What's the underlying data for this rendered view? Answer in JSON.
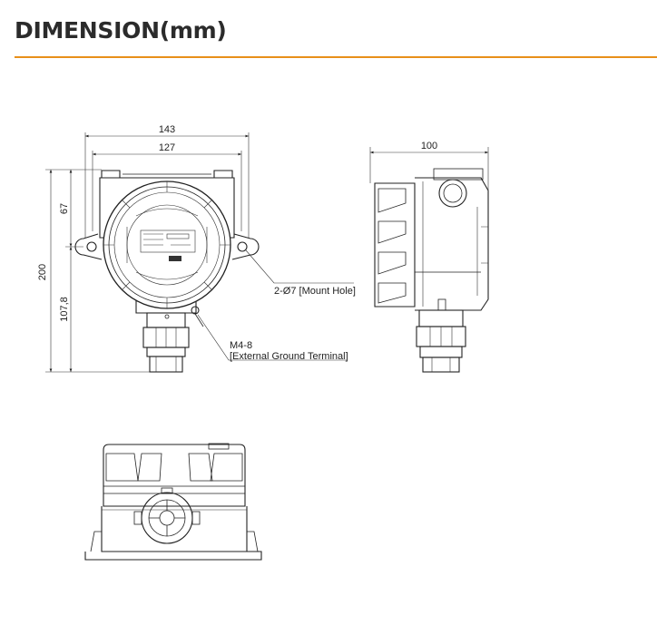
{
  "header": {
    "title": "DIMENSION(mm)",
    "rule_color": "#e8901a"
  },
  "front_view": {
    "dims": {
      "overall_width": "143",
      "body_width": "127",
      "overall_height": "200",
      "top_height": "67",
      "bottom_height": "107,8"
    },
    "callouts": {
      "mount_hole": "2-Ø7 [Mount Hole]",
      "ground_size": "M4-8",
      "ground_label": "[External Ground Terminal]"
    }
  },
  "side_view": {
    "dims": {
      "depth": "100"
    }
  }
}
